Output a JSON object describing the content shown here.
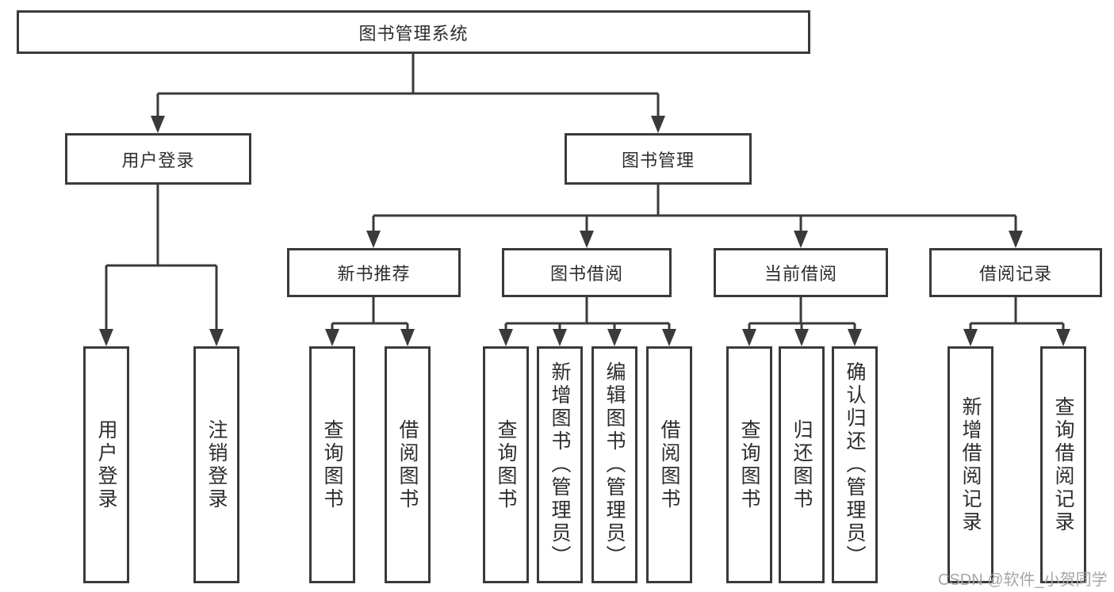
{
  "colors": {
    "line": "#3a3a3a",
    "text": "#2d2d2d",
    "watermark": "#a6a6a6",
    "background": "#ffffff"
  },
  "watermark": "CSDN @软件_小贺同学",
  "tree": {
    "root": "图书管理系统",
    "branches": [
      {
        "label": "用户登录",
        "children": [
          {
            "label": "用户登录"
          },
          {
            "label": "注销登录"
          }
        ]
      },
      {
        "label": "图书管理",
        "children": [
          {
            "label": "新书推荐",
            "children": [
              {
                "label": "查询图书"
              },
              {
                "label": "借阅图书"
              }
            ]
          },
          {
            "label": "图书借阅",
            "children": [
              {
                "label": "查询图书"
              },
              {
                "label": "新增图书（管理员）"
              },
              {
                "label": "编辑图书（管理员）"
              },
              {
                "label": "借阅图书"
              }
            ]
          },
          {
            "label": "当前借阅",
            "children": [
              {
                "label": "查询图书"
              },
              {
                "label": "归还图书"
              },
              {
                "label": "确认归还（管理员）"
              }
            ]
          },
          {
            "label": "借阅记录",
            "children": [
              {
                "label": "新增借阅记录"
              },
              {
                "label": "查询借阅记录"
              }
            ]
          }
        ]
      }
    ]
  }
}
